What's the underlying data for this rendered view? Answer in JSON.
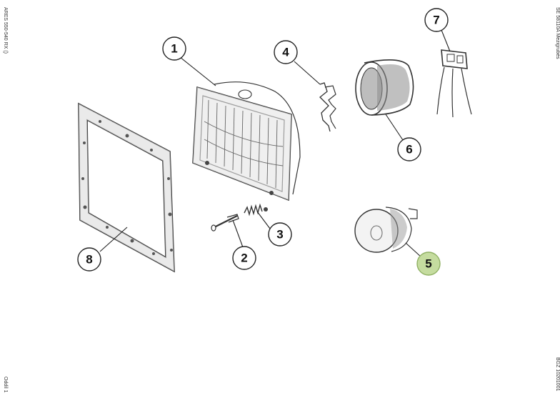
{
  "margin": {
    "left_top": "ARES 550-540 RX ()",
    "left_bottom": "Oddíl 1",
    "right_top": "SE 58110A  Mezigrubés",
    "right_bottom": "BGZ 10201001"
  },
  "callouts": [
    {
      "id": "1",
      "label": "1",
      "highlighted": false
    },
    {
      "id": "2",
      "label": "2",
      "highlighted": false
    },
    {
      "id": "3",
      "label": "3",
      "highlighted": false
    },
    {
      "id": "4",
      "label": "4",
      "highlighted": false
    },
    {
      "id": "5",
      "label": "5",
      "highlighted": true
    },
    {
      "id": "6",
      "label": "6",
      "highlighted": false
    },
    {
      "id": "7",
      "label": "7",
      "highlighted": false
    },
    {
      "id": "8",
      "label": "8",
      "highlighted": false
    }
  ],
  "colors": {
    "highlight_fill": "#c5dc9f",
    "highlight_stroke": "#8fb062",
    "ink": "#222222"
  }
}
